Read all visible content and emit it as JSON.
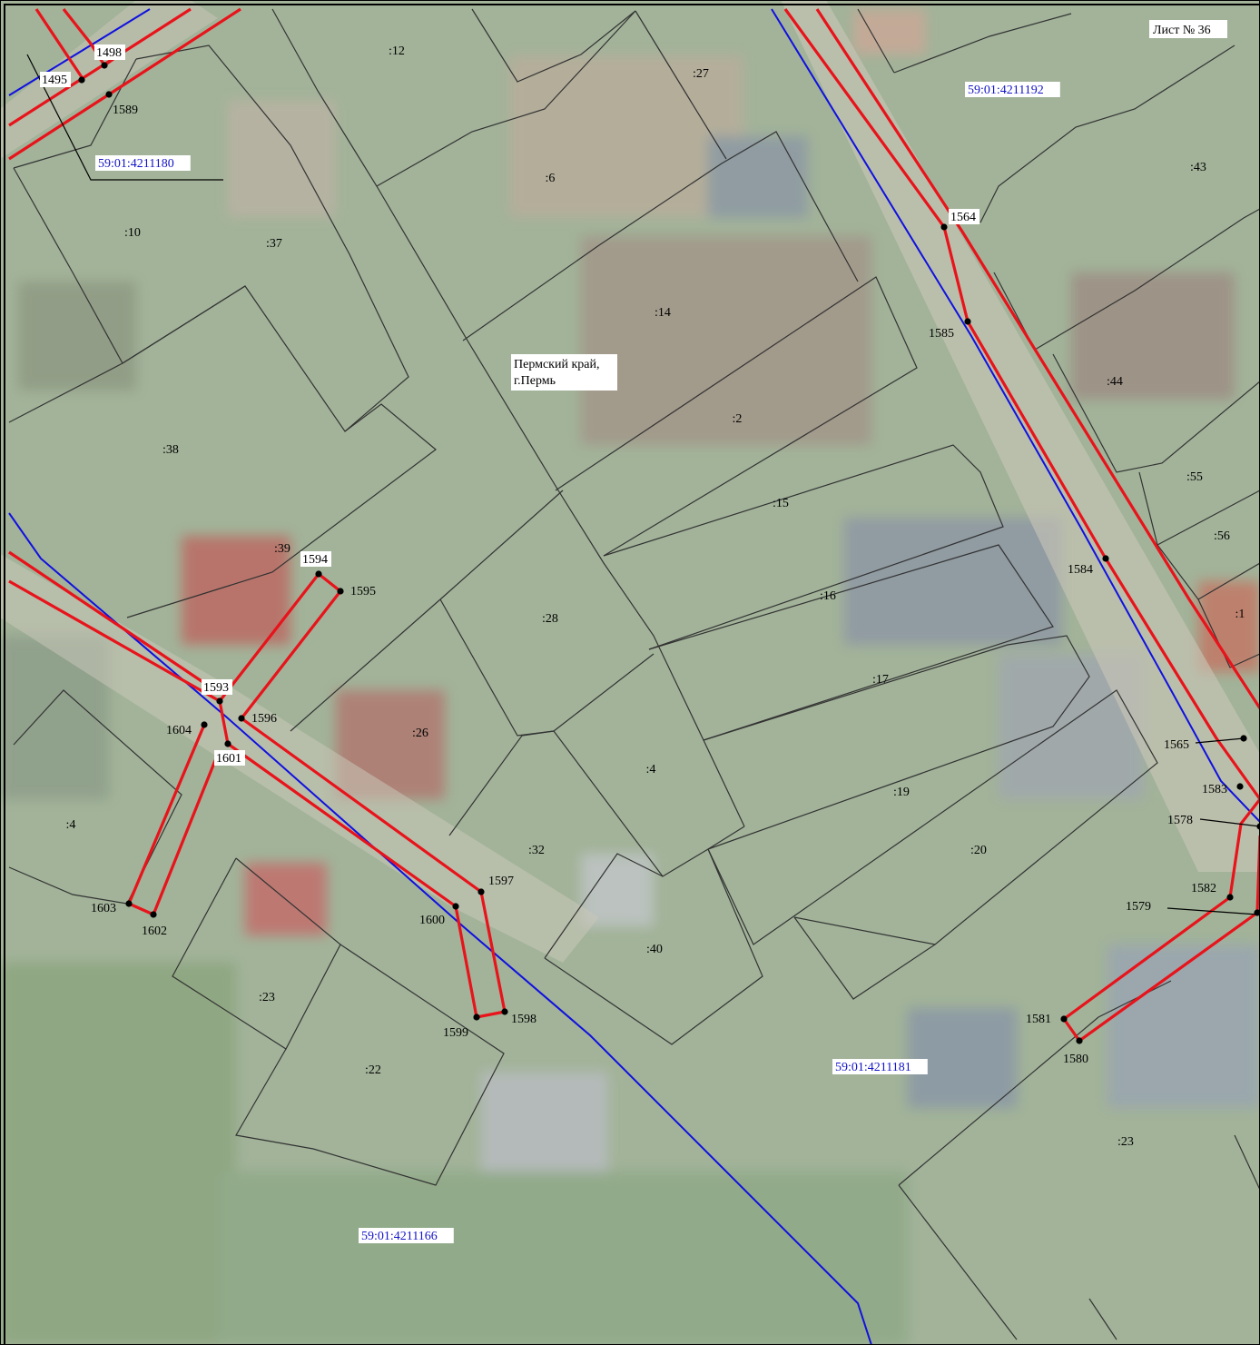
{
  "sheet": {
    "label": "Лист № 36"
  },
  "region": {
    "line1": "Пермский край,",
    "line2": "г.Пермь"
  },
  "quarters": [
    "59:01:4211180",
    "59:01:4211192",
    "59:01:4211181",
    "59:01:4211166"
  ],
  "parcels": [
    ":12",
    ":27",
    ":6",
    ":43",
    ":10",
    ":37",
    ":14",
    ":44",
    ":38",
    ":2",
    ":55",
    ":15",
    ":56",
    ":39",
    ":28",
    ":16",
    ":1",
    ":17",
    ":26",
    ":4",
    ":19",
    ":4",
    ":32",
    ":20",
    ":40",
    ":23",
    ":22",
    ":23"
  ],
  "points": [
    "1498",
    "1495",
    "1589",
    "1564",
    "1585",
    "1584",
    "1594",
    "1595",
    "1593",
    "1596",
    "1604",
    "1601",
    "1603",
    "1602",
    "1597",
    "1600",
    "1599",
    "1598",
    "1565",
    "1583",
    "1578",
    "1582",
    "1579",
    "1581",
    "1580"
  ],
  "colors": {
    "boundary_red": "#e8131b",
    "quarter_blue": "#1010e0",
    "parcel_line": "#333333",
    "imagery_green": "#a2b399"
  }
}
